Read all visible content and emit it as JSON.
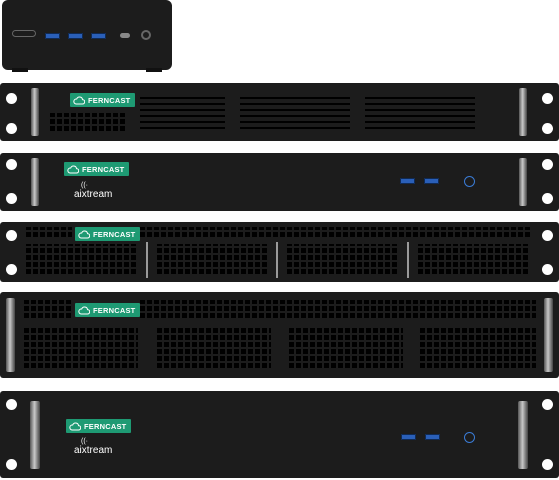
{
  "brand": "FERNCAST",
  "sub_brand": "aixtream",
  "colors": {
    "chassis": "#1c1c1c",
    "badge": "#1e9a73",
    "usb": "#2a5fb8",
    "power_ring": "#3a7bd5"
  },
  "devices": [
    {
      "kind": "mini-pc"
    },
    {
      "kind": "rack-1u-vented",
      "label": "FERNCAST"
    },
    {
      "kind": "rack-1u-front-io",
      "label": "FERNCAST",
      "sub_label": "aixtream"
    },
    {
      "kind": "rack-1u-bays",
      "label": "FERNCAST"
    },
    {
      "kind": "rack-2u-bays",
      "label": "FERNCAST"
    },
    {
      "kind": "rack-2u-front-io",
      "label": "FERNCAST",
      "sub_label": "aixtream"
    }
  ]
}
